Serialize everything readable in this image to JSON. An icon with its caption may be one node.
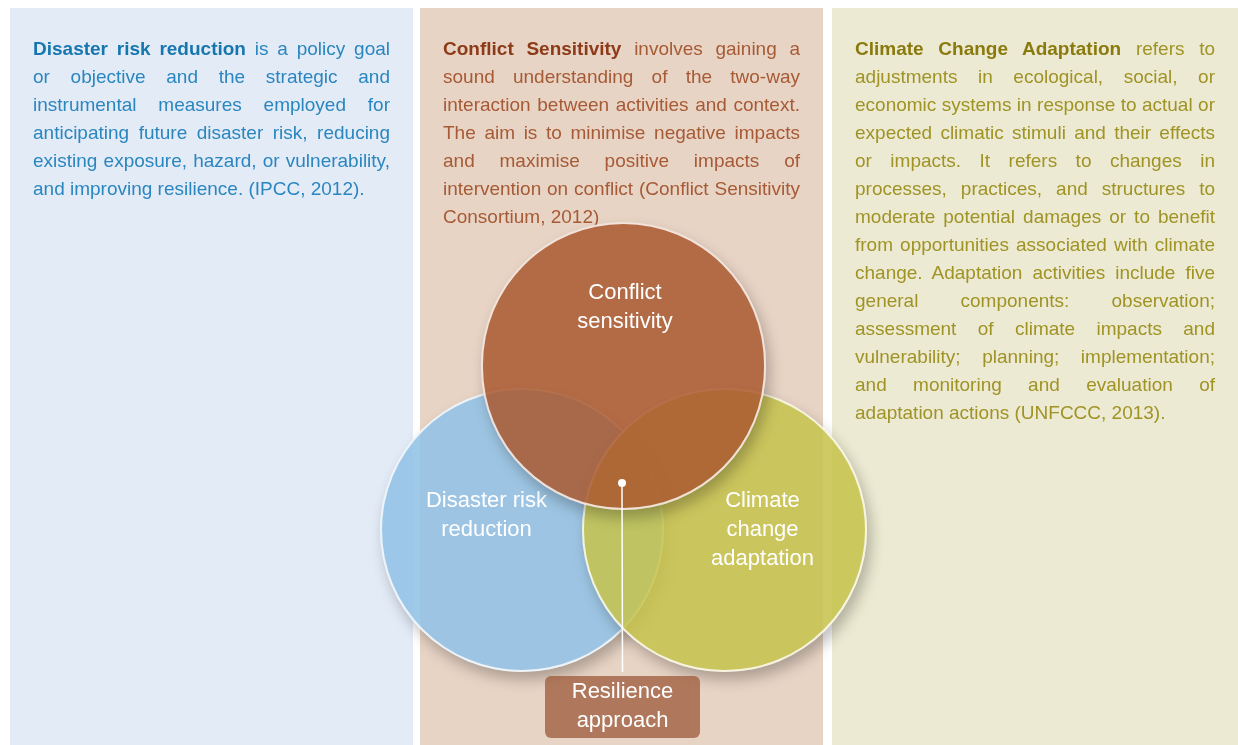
{
  "diagram": {
    "nodes": [
      {
        "text": [
          "**Disaster risk reduction** is a policy goal or objective and the strategic and instrumental measures employed for anticipating future disaster risk, reducing existing exposure, hazard, or vulnerability, and improving resilience. (IPCC, 2012)."
        ]
      },
      {
        "text": [
          "**Conflict Sensitivity** involves gaining a sound understanding of the two-way interaction between activities and context. The aim is to minimise negative impacts and maximise positive impacts of intervention on conflict (Conflict Sensitivity Consortium, 2012)"
        ]
      },
      {
        "text": [
          "**Climate Change Adaptation** refers to adjustments in ecological, social, or economic systems in response to actual or expected climatic stimuli and their effects or impacts. It refers to changes in processes, practices, and structures to moderate potential damages or to benefit from opportunities associated with climate change. Adaptation activities include five general components: observation; assessment of climate impacts and vulnerability; planning; implementation; and monitoring and evaluation of adaptation actions (UNFCCC, 2013)."
        ]
      },
      {
        "text": [
          "Conflict sensitivity"
        ],
        "in": 1
      },
      {
        "text": [
          "Disaster risk reduction"
        ]
      },
      {
        "text": [
          "Climate change adaptation"
        ]
      },
      {
        "text": [
          "Resilience approach"
        ],
        "in": 1
      },
      {
        "text": [],
        "shape": "circle"
      }
    ],
    "edges": [
      {
        "from": 6,
        "to": 7,
        "arrow": "none"
      }
    ]
  }
}
